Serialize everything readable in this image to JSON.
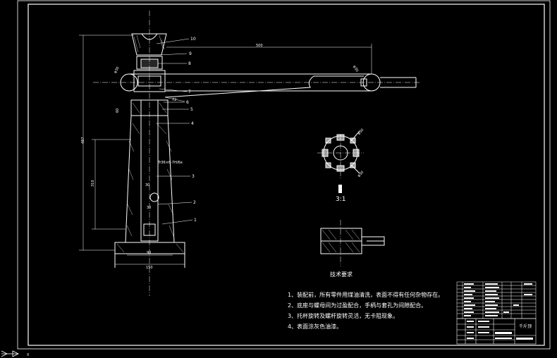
{
  "colors": {
    "background": "#000000",
    "lines": "#ffffff",
    "hatch": "#ffffff"
  },
  "dimensions": {
    "arm_length": "500",
    "overall_height": "487",
    "lower_height": "310",
    "base_width": "150",
    "base_inner": "90",
    "thread_spec": "Tr36×6-7H/6e",
    "sleeve_dim": "72",
    "dim_phi1": "φ30",
    "dim_phi2": "φ30",
    "dim_a": "30",
    "dim_b": "60",
    "dim_c": "30"
  },
  "part_numbers": [
    "10",
    "9",
    "8",
    "7",
    "6",
    "5",
    "4",
    "3",
    "2",
    "1"
  ],
  "detail": {
    "scale_label": "3:1"
  },
  "technical_requirements": {
    "title": "技术要求",
    "items": [
      "1、装配前，所有零件用煤油清洗，表面不得有任何杂物存在。",
      "2、底座与螺母间为过盈配合，手柄与套孔为间隙配合。",
      "3、托杯旋转及螺杆旋转灵活，无卡阻现象。",
      "4、表面涂灰色油漆。"
    ]
  },
  "title_block": {
    "drawing_name": "千斤顶"
  },
  "ucs": {
    "x_label": "X"
  }
}
